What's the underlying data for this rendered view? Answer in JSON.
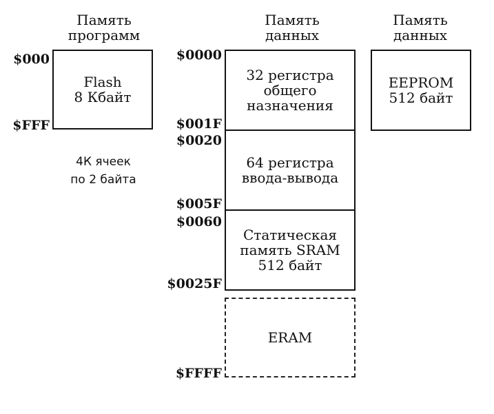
{
  "program_memory": {
    "header": [
      "Память",
      "программ"
    ],
    "box_lines": [
      "Flash",
      "8 Кбайт"
    ],
    "addr_start": "$000",
    "addr_end": "$FFF",
    "note": [
      "4К ячеек",
      "по 2 байта"
    ]
  },
  "data_memory": {
    "header": [
      "Память",
      "данных"
    ],
    "blocks": [
      {
        "lines": [
          "32 регистра",
          "общего",
          "назначения"
        ],
        "addr_start": "$0000",
        "addr_end": "$001F"
      },
      {
        "lines": [
          "64 регистра",
          "ввода-вывода"
        ],
        "addr_start": "$0020",
        "addr_end": "$005F"
      },
      {
        "lines": [
          "Статическая",
          "память SRAM",
          "512 байт"
        ],
        "addr_start": "$0060",
        "addr_end": "$0025F"
      },
      {
        "lines": [
          "ERAM"
        ],
        "addr_end": "$FFFF",
        "style": "dashed"
      }
    ]
  },
  "eeprom_memory": {
    "header": [
      "Память",
      "данных"
    ],
    "box_lines": [
      "EEPROM",
      "512 байт"
    ]
  }
}
